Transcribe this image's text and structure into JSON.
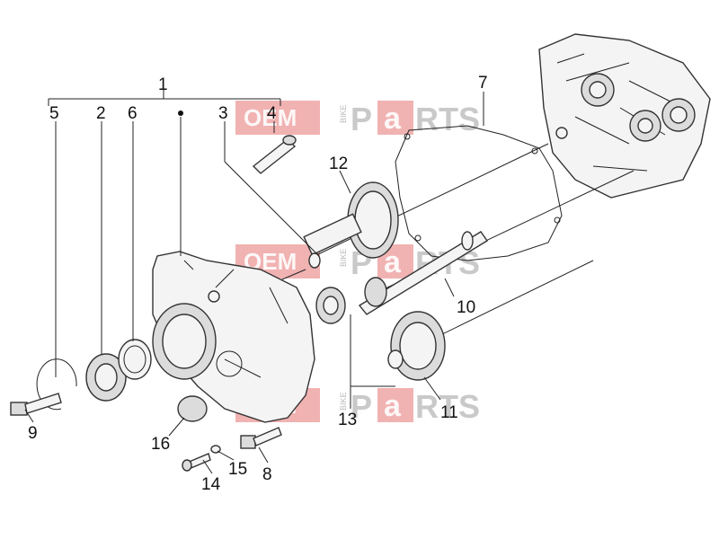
{
  "labels": {
    "p1": "1",
    "p2": "2",
    "p3": "3",
    "p4": "4",
    "p5": "5",
    "p6": "6",
    "p7": "7",
    "p8": "8",
    "p9": "9",
    "p10": "10",
    "p11": "11",
    "p12": "12",
    "p13": "13",
    "p14": "14",
    "p15": "15",
    "p16": "16"
  },
  "watermark": {
    "oem": "OEM",
    "bike": "BIKE",
    "p": "P",
    "a": "a",
    "rts": "RTS",
    "accent": "#e57373",
    "gray": "#9e9e9e"
  }
}
